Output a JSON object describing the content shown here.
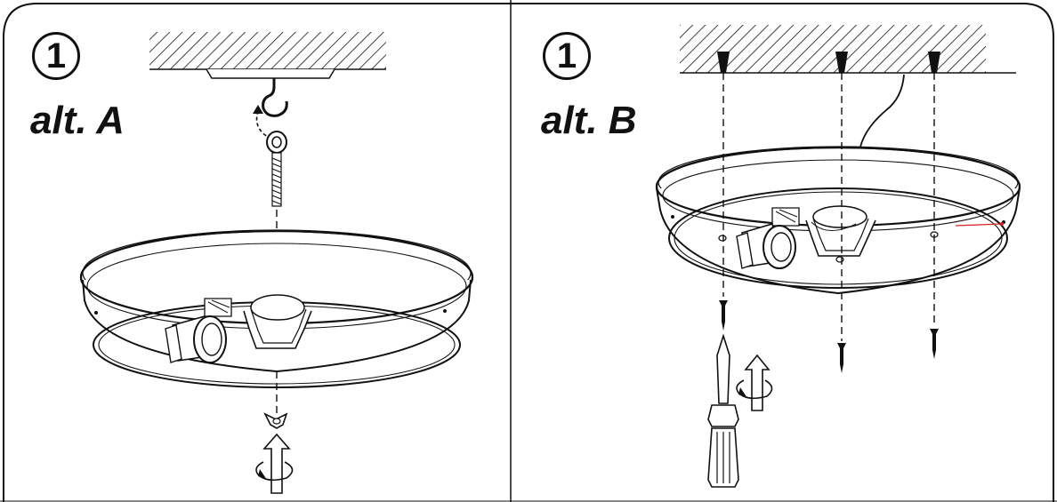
{
  "panels": [
    {
      "id": "a",
      "step": "1",
      "label": "alt. A"
    },
    {
      "id": "b",
      "step": "1",
      "label": "alt. B"
    }
  ],
  "colors": {
    "ink": "#111111",
    "accent": "#d62020",
    "paper": "#ffffff"
  }
}
